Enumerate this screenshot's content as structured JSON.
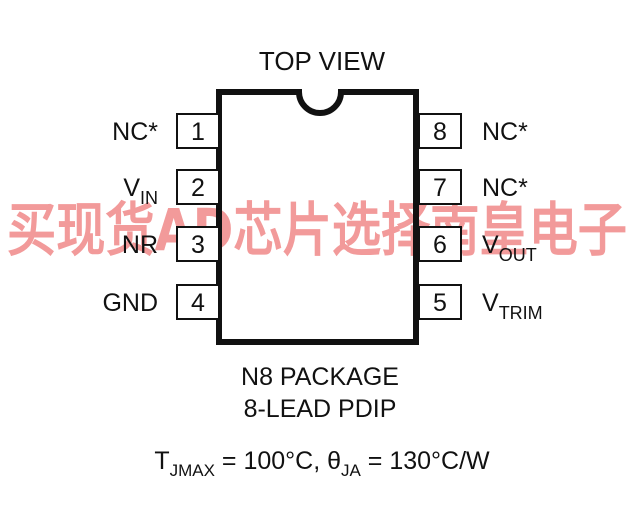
{
  "watermark": {
    "text": "买现货AD芯片选择南皇电子",
    "color": "#f29a9a"
  },
  "diagram": {
    "title": "TOP VIEW",
    "ic_outline_color": "#111111",
    "pins_left": [
      {
        "number": "1",
        "label": "NC*",
        "sub": ""
      },
      {
        "number": "2",
        "label": "V",
        "sub": "IN"
      },
      {
        "number": "3",
        "label": "NR",
        "sub": ""
      },
      {
        "number": "4",
        "label": "GND",
        "sub": ""
      }
    ],
    "pins_right": [
      {
        "number": "8",
        "label": "NC*",
        "sub": ""
      },
      {
        "number": "7",
        "label": "NC*",
        "sub": ""
      },
      {
        "number": "6",
        "label": "V",
        "sub": "OUT"
      },
      {
        "number": "5",
        "label": "V",
        "sub": "TRIM"
      }
    ],
    "package_line1": "N8 PACKAGE",
    "package_line2": "8-LEAD PDIP",
    "thermal": {
      "t_main": "T",
      "t_sub": "JMAX",
      "t_value": " = 100°C, ",
      "theta_main": "θ",
      "theta_sub": "JA",
      "theta_value": " = 130°C/W"
    }
  }
}
